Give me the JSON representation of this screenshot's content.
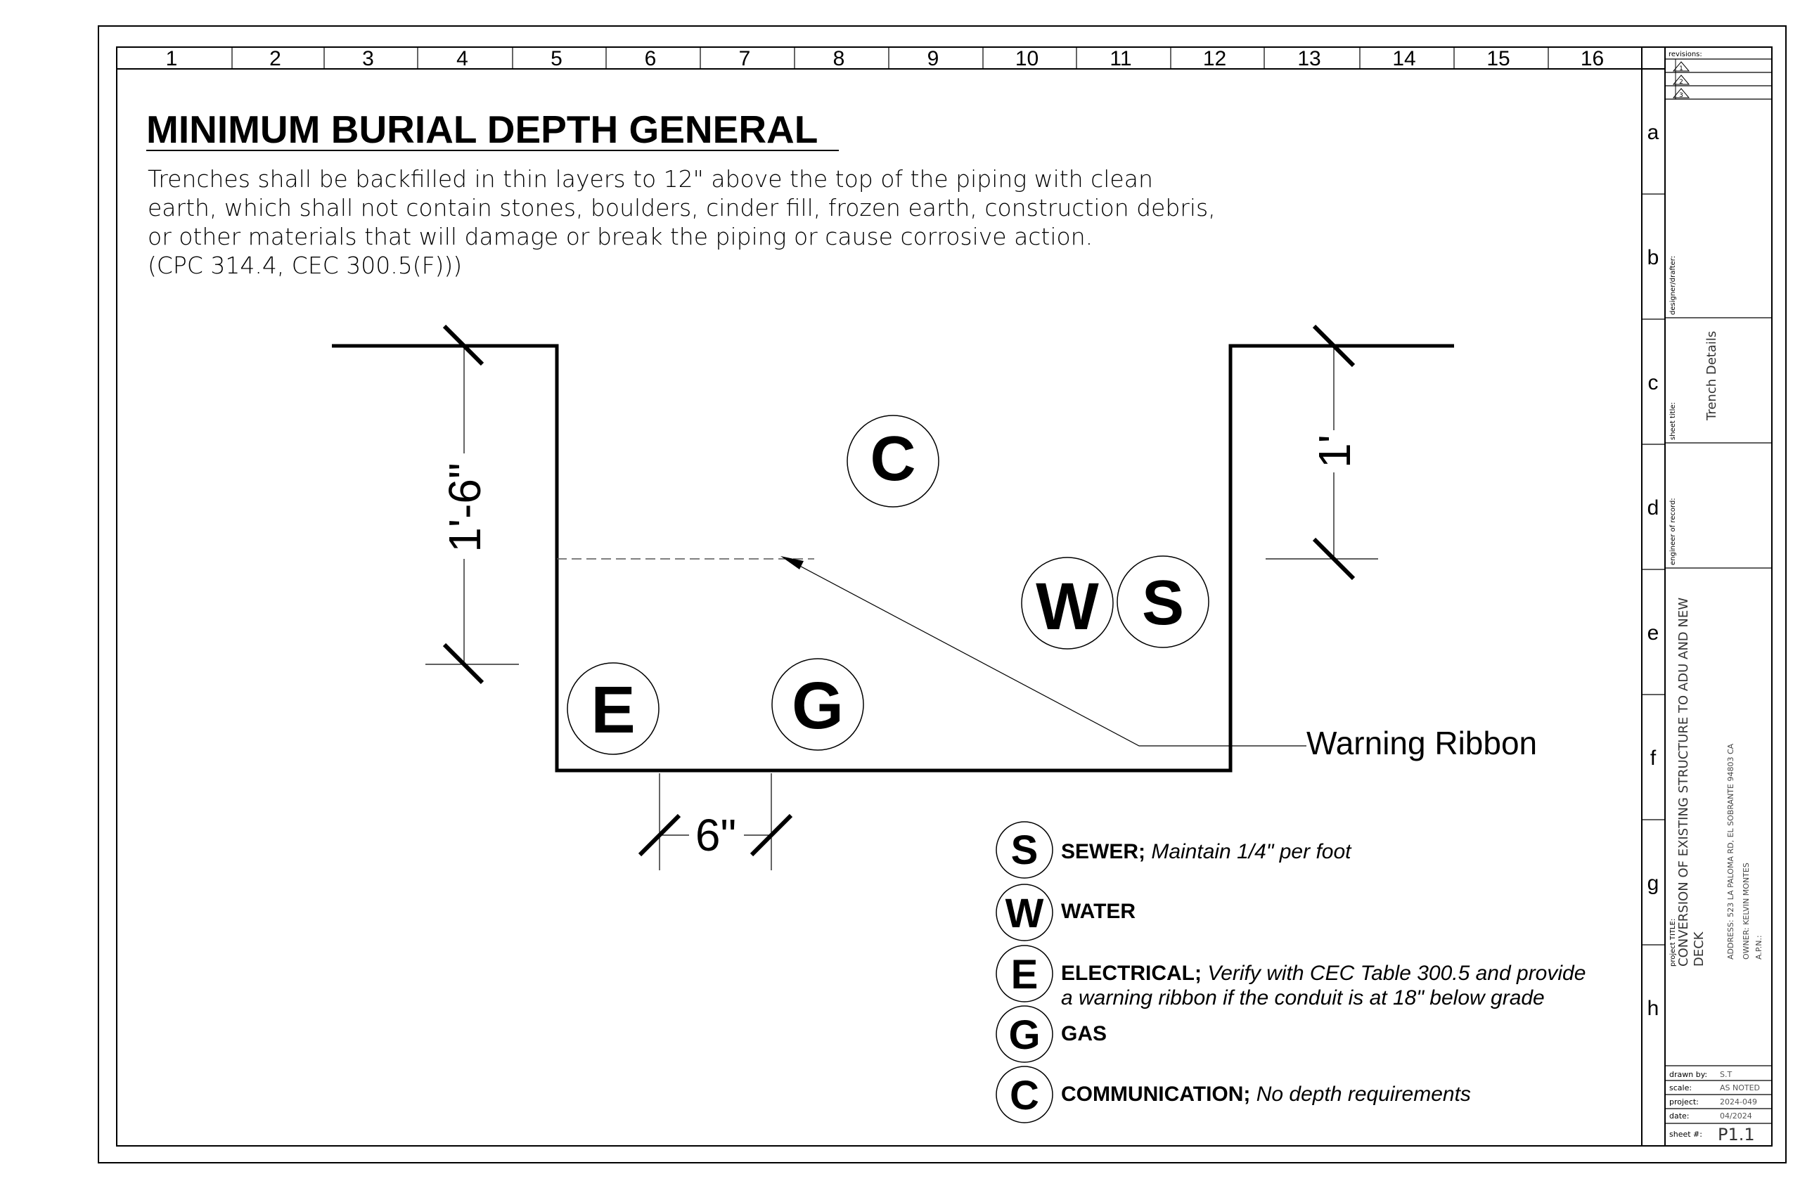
{
  "grid": {
    "columns": [
      "1",
      "2",
      "3",
      "4",
      "5",
      "6",
      "7",
      "8",
      "9",
      "10",
      "11",
      "12",
      "13",
      "14",
      "15",
      "16"
    ],
    "rows": [
      "a",
      "b",
      "c",
      "d",
      "e",
      "f",
      "g",
      "h"
    ]
  },
  "title": "MINIMUM BURIAL DEPTH GENERAL",
  "note": [
    "Trenches shall be backfilled in thin layers to 12\" above the top of the piping with clean",
    "earth, which shall not contain stones, boulders, cinder fill, frozen earth, construction debris,",
    "or other materials that will damage or break the piping or cause corrosive action.",
    "(CPC 314.4, CEC 300.5(F)))"
  ],
  "diagram": {
    "dim_left": "1'-6\"",
    "dim_right": "1'",
    "dim_bottom": "6\"",
    "warning_label": "Warning Ribbon",
    "circles": {
      "c": "C",
      "w": "W",
      "s": "S",
      "e": "E",
      "g": "G"
    }
  },
  "legend": [
    {
      "letter": "S",
      "bold": "SEWER;",
      "italic": " Maintain 1/4\" per foot",
      "italic2": ""
    },
    {
      "letter": "W",
      "bold": "WATER",
      "italic": "",
      "italic2": ""
    },
    {
      "letter": "E",
      "bold": "ELECTRICAL;",
      "italic": " Verify with CEC Table 300.5 and provide",
      "italic2": "a warning ribbon if the conduit is at 18\" below grade"
    },
    {
      "letter": "G",
      "bold": "GAS",
      "italic": "",
      "italic2": ""
    },
    {
      "letter": "C",
      "bold": "COMMUNICATION;",
      "italic": " No depth requirements",
      "italic2": ""
    }
  ],
  "title_block": {
    "revisions_label": "revisions:",
    "rev_marks": [
      "1",
      "2",
      "3"
    ],
    "designer_label": "designer/drafter:",
    "sheet_title_label": "sheet title:",
    "sheet_title": "Trench Details",
    "engineer_label": "engineer of record:",
    "project_title_label": "project TITLE:",
    "project_title_1": "CONVERSION OF EXISTING STRUCTURE TO ADU  AND  NEW",
    "project_title_2": "DECK",
    "address": "ADDRESS:  523 LA PALOMA RD, EL SOBRANTE 94803 CA",
    "owner": "OWNER:   KELVIN MONTES",
    "apn": "A.P.N.:",
    "drawn_by_label": "drawn by:",
    "drawn_by": "S.T",
    "scale_label": "scale:",
    "scale": "AS NOTED",
    "project_label": "project:",
    "project": "2024-049",
    "date_label": "date:",
    "date": "04/2024",
    "sheet_label": "sheet #:",
    "sheet": "P1.1"
  }
}
